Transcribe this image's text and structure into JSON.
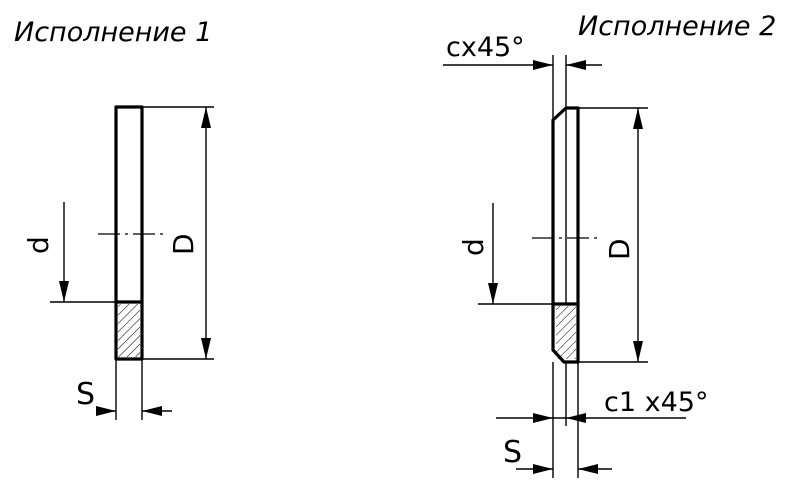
{
  "variant1": {
    "title": "Исполнение 1",
    "label_d": "d",
    "label_D": "D",
    "label_S": "S"
  },
  "variant2": {
    "title": "Исполнение 2",
    "label_c": "cx45°",
    "label_c1": "c1 x45°",
    "label_d": "d",
    "label_D": "D",
    "label_S": "S"
  },
  "colors": {
    "line": "#000000",
    "background": "#ffffff"
  }
}
